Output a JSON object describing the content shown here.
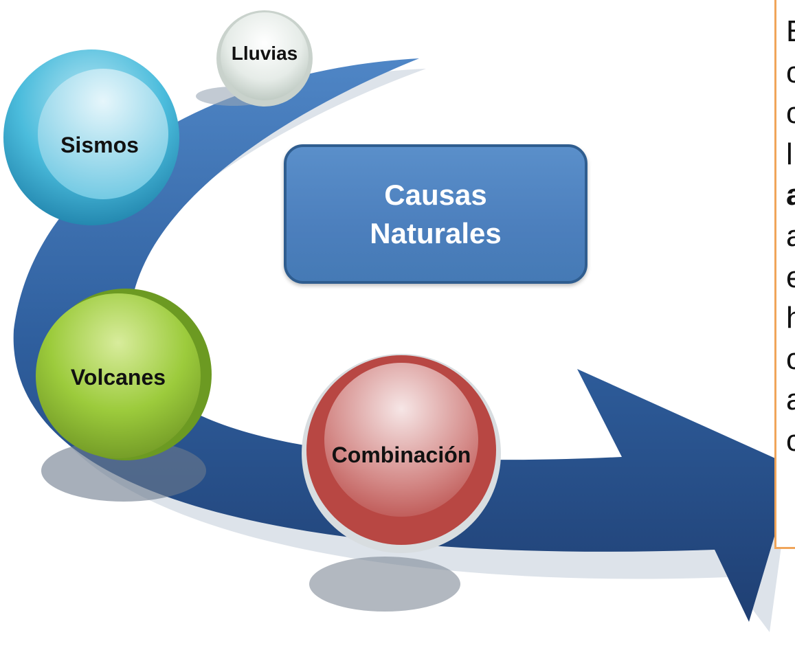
{
  "diagram": {
    "center_title": "Causas\nNaturales",
    "nodes": [
      {
        "id": "lluvias",
        "label": "Lluvias",
        "color": "#e8eeea"
      },
      {
        "id": "sismos",
        "label": "Sismos",
        "color": "#2aa8d0"
      },
      {
        "id": "volcanes",
        "label": "Volcanes",
        "color": "#8cb832"
      },
      {
        "id": "combinacion",
        "label": "Combinación",
        "color": "#c0504d"
      }
    ],
    "arrow_color": "#2e5a96"
  },
  "side_panel": {
    "border_color": "#f0a55a",
    "lines": [
      "E",
      "c",
      "c",
      "l",
      "a",
      "a",
      "e",
      "h",
      "c",
      "a",
      "c"
    ]
  }
}
